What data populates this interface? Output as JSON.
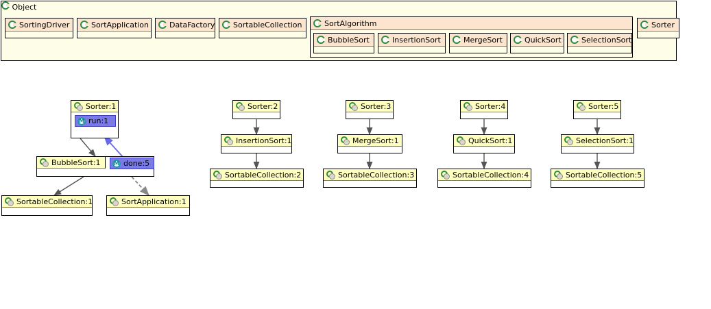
{
  "class_panel": {
    "root": {
      "name": "Object",
      "icon": "class-icon"
    },
    "children": [
      {
        "name": "SortingDriver",
        "icon": "class-icon"
      },
      {
        "name": "SortApplication",
        "icon": "class-icon"
      },
      {
        "name": "DataFactory",
        "icon": "class-icon"
      },
      {
        "name": "SortableCollection",
        "icon": "class-icon"
      },
      {
        "name": "SortAlgorithm",
        "icon": "class-icon",
        "children": [
          {
            "name": "BubbleSort",
            "icon": "class-icon"
          },
          {
            "name": "InsertionSort",
            "icon": "class-icon"
          },
          {
            "name": "MergeSort",
            "icon": "class-icon"
          },
          {
            "name": "QuickSort",
            "icon": "class-icon"
          },
          {
            "name": "SelectionSort",
            "icon": "class-icon"
          }
        ]
      },
      {
        "name": "Sorter",
        "icon": "class-icon"
      }
    ]
  },
  "object_diagram": {
    "nodes": [
      {
        "id": "sorter1",
        "label": "Sorter:1",
        "icon": "object-icon"
      },
      {
        "id": "bubble1",
        "label": "BubbleSort:1",
        "icon": "object-icon"
      },
      {
        "id": "sc1",
        "label": "SortableCollection:1",
        "icon": "object-icon"
      },
      {
        "id": "sa1",
        "label": "SortApplication:1",
        "icon": "object-icon"
      },
      {
        "id": "sorter2",
        "label": "Sorter:2",
        "icon": "object-icon"
      },
      {
        "id": "ins1",
        "label": "InsertionSort:1",
        "icon": "object-icon"
      },
      {
        "id": "sc2",
        "label": "SortableCollection:2",
        "icon": "object-icon"
      },
      {
        "id": "sorter3",
        "label": "Sorter:3",
        "icon": "object-icon"
      },
      {
        "id": "mrg1",
        "label": "MergeSort:1",
        "icon": "object-icon"
      },
      {
        "id": "sc3",
        "label": "SortableCollection:3",
        "icon": "object-icon"
      },
      {
        "id": "sorter4",
        "label": "Sorter:4",
        "icon": "object-icon"
      },
      {
        "id": "qck1",
        "label": "QuickSort:1",
        "icon": "object-icon"
      },
      {
        "id": "sc4",
        "label": "SortableCollection:4",
        "icon": "object-icon"
      },
      {
        "id": "sorter5",
        "label": "Sorter:5",
        "icon": "object-icon"
      },
      {
        "id": "sel1",
        "label": "SelectionSort:1",
        "icon": "object-icon"
      },
      {
        "id": "sc5",
        "label": "SortableCollection:5",
        "icon": "object-icon"
      }
    ],
    "methods": [
      {
        "id": "run1",
        "label": "run:1",
        "icon": "method-icon",
        "owner": "sorter1"
      },
      {
        "id": "done5",
        "label": "done:5",
        "icon": "method-icon",
        "owner": "bubble1"
      }
    ],
    "edges": [
      {
        "from": "sorter1",
        "to": "bubble1",
        "style": "solid",
        "color": "#555555"
      },
      {
        "from": "done5",
        "to": "run1",
        "style": "solid",
        "color": "#6a6ae8"
      },
      {
        "from": "bubble1",
        "to": "sc1",
        "style": "solid",
        "color": "#555555"
      },
      {
        "from": "done5",
        "to": "sa1",
        "style": "dashed",
        "color": "#888888"
      },
      {
        "from": "sorter2",
        "to": "ins1",
        "style": "solid",
        "color": "#555555"
      },
      {
        "from": "ins1",
        "to": "sc2",
        "style": "solid",
        "color": "#555555"
      },
      {
        "from": "sorter3",
        "to": "mrg1",
        "style": "solid",
        "color": "#555555"
      },
      {
        "from": "mrg1",
        "to": "sc3",
        "style": "solid",
        "color": "#555555"
      },
      {
        "from": "sorter4",
        "to": "qck1",
        "style": "solid",
        "color": "#555555"
      },
      {
        "from": "qck1",
        "to": "sc4",
        "style": "solid",
        "color": "#555555"
      },
      {
        "from": "sorter5",
        "to": "sel1",
        "style": "solid",
        "color": "#555555"
      },
      {
        "from": "sel1",
        "to": "sc5",
        "style": "solid",
        "color": "#555555"
      }
    ]
  },
  "colors": {
    "class_header": "#fce5ce",
    "class_body": "#fdfde8",
    "object_header": "#ffffc0",
    "method_fill": "#7b7be8",
    "edge_default": "#555555",
    "edge_call": "#6a6ae8"
  }
}
